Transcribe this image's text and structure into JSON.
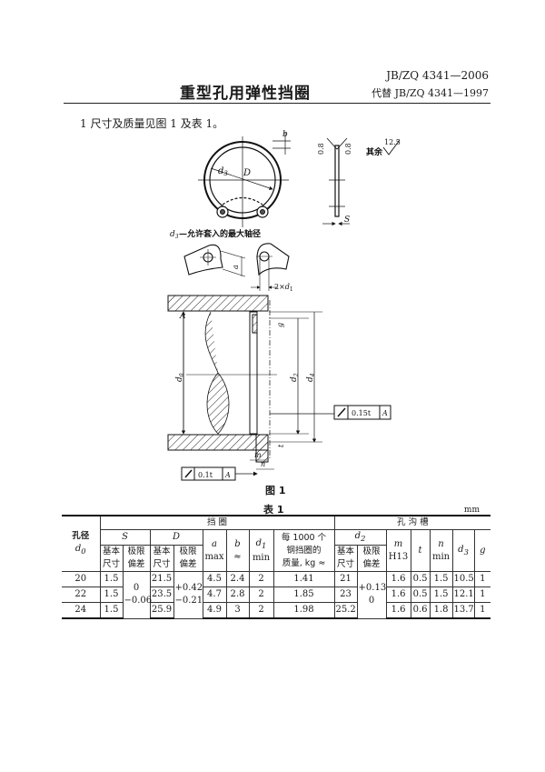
{
  "header": {
    "title": "重型孔用弹性挡圈",
    "standard_code": "JB/ZQ 4341—2006",
    "replaces": "代替 JB/ZQ 4341—1997"
  },
  "intro": {
    "text": "1  尺寸及质量见图 1 及表 1。"
  },
  "figure": {
    "caption": "图 1",
    "d3_note_symbol": "d3",
    "d3_note_text": "—允许套入的最大轴径",
    "labels": {
      "b": "b",
      "d3": "d3",
      "D": "D",
      "S": "S",
      "a": "a",
      "two_d1": "2×d1",
      "d0": "d0",
      "d2": "d2",
      "d4": "d4",
      "g": "g",
      "t": "t",
      "m": "m",
      "n": "n",
      "datum": "A",
      "roughness_08_left": "0.8",
      "roughness_08_right": "0.8",
      "roughness_rest_label": "其余",
      "roughness_rest_value": "12.5"
    },
    "tolerance_frames": [
      {
        "symbol": "runout-icon",
        "value": "0.15t",
        "datum": "A"
      },
      {
        "symbol": "runout-icon",
        "value": "0.1t",
        "datum": "A"
      }
    ]
  },
  "table": {
    "caption": "表 1",
    "unit": "mm",
    "group_headers": {
      "ring": "挡      圈",
      "groove": "孔    沟    槽"
    },
    "headers": {
      "bore": "孔径",
      "bore_sym": "d0",
      "S": "S",
      "D": "D",
      "a": "a",
      "a_sub": "max",
      "b": "b",
      "b_sub": "≈",
      "d1": "d1",
      "d1_sub": "min",
      "mass_1": "每 1000 个",
      "mass_2": "钢挡圈的",
      "mass_3": "质量, kg   ≈",
      "d2": "d2",
      "m": "m",
      "m_sub": "H13",
      "t": "t",
      "n": "n",
      "n_sub": "min",
      "d3": "d3",
      "g": "g",
      "basic_size_1": "基本",
      "basic_size_2": "尺寸",
      "limit_dev_1": "极限",
      "limit_dev_2": "偏差"
    },
    "tolerances": {
      "S_upper": "0",
      "S_lower": "−0.06",
      "D_upper": "+0.42",
      "D_lower": "−0.21",
      "d2_upper": "+0.13",
      "d2_lower": "0"
    },
    "rows": [
      {
        "d0": "20",
        "S": "1.5",
        "D": "21.5",
        "a": "4.5",
        "b": "2.4",
        "d1": "2",
        "mass": "1.41",
        "d2": "21",
        "m": "1.6",
        "t": "0.5",
        "n": "1.5",
        "d3": "10.5",
        "g": "1"
      },
      {
        "d0": "22",
        "S": "1.5",
        "D": "23.5",
        "a": "4.7",
        "b": "2.8",
        "d1": "2",
        "mass": "1.85",
        "d2": "23",
        "m": "1.6",
        "t": "0.5",
        "n": "1.5",
        "d3": "12.1",
        "g": "1"
      },
      {
        "d0": "24",
        "S": "1.5",
        "D": "25.9",
        "a": "4.9",
        "b": "3",
        "d1": "2",
        "mass": "1.98",
        "d2": "25.2",
        "m": "1.6",
        "t": "0.6",
        "n": "1.8",
        "d3": "13.7",
        "g": "1"
      }
    ]
  }
}
